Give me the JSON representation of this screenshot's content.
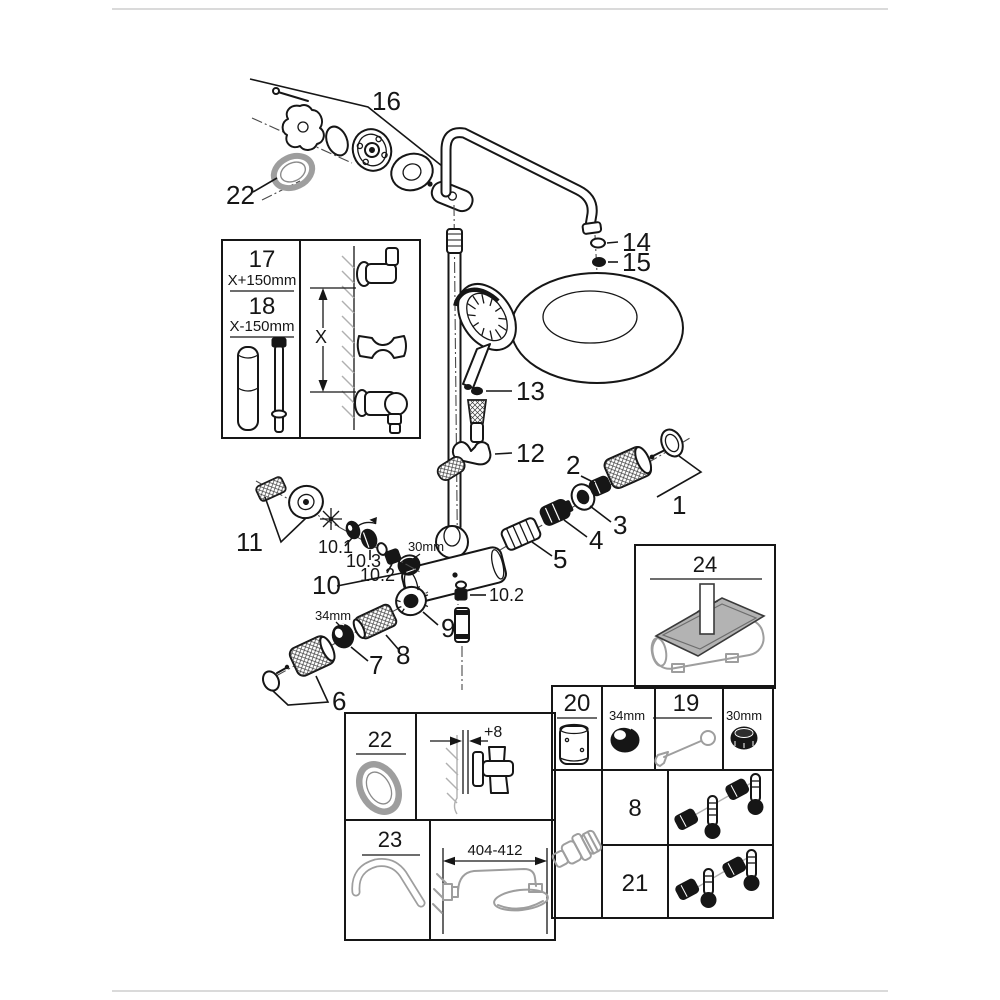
{
  "page": {
    "background": "#ffffff",
    "frame_color": "#dadada"
  },
  "diagram": {
    "type": "exploded-parts-diagram",
    "subject": "thermostatic shower system with rain shower head and hand shower",
    "line_color": "#161616",
    "gray_part_color": "#9e9e9e",
    "callouts": {
      "n16": "16",
      "n22": "22",
      "n14": "14",
      "n15": "15",
      "n13": "13",
      "n12": "12",
      "n1": "1",
      "n2": "2",
      "n3": "3",
      "n4": "4",
      "n5": "5",
      "n11": "11",
      "n10_1": "10.1",
      "n10_3": "10.3",
      "n10_2": "10.2",
      "n10": "10",
      "n10_2b": "10.2",
      "d30mm": "30mm",
      "n9": "9",
      "n8": "8",
      "d34mm": "34mm",
      "n7": "7",
      "n6": "6"
    },
    "inset_slidebar": {
      "n17": "17",
      "dim17": "X+150mm",
      "n18": "18",
      "dim18": "X-150mm",
      "dim_x": "X"
    },
    "inset_shelf": {
      "n24": "24"
    },
    "inset_seal_arm": {
      "n22": "22",
      "offset": "+8",
      "n23": "23",
      "span": "404-412"
    },
    "inset_tools": {
      "n20": "20",
      "size34": "34mm",
      "n19": "19",
      "size30": "30mm",
      "n8": "8",
      "n21": "21"
    }
  }
}
